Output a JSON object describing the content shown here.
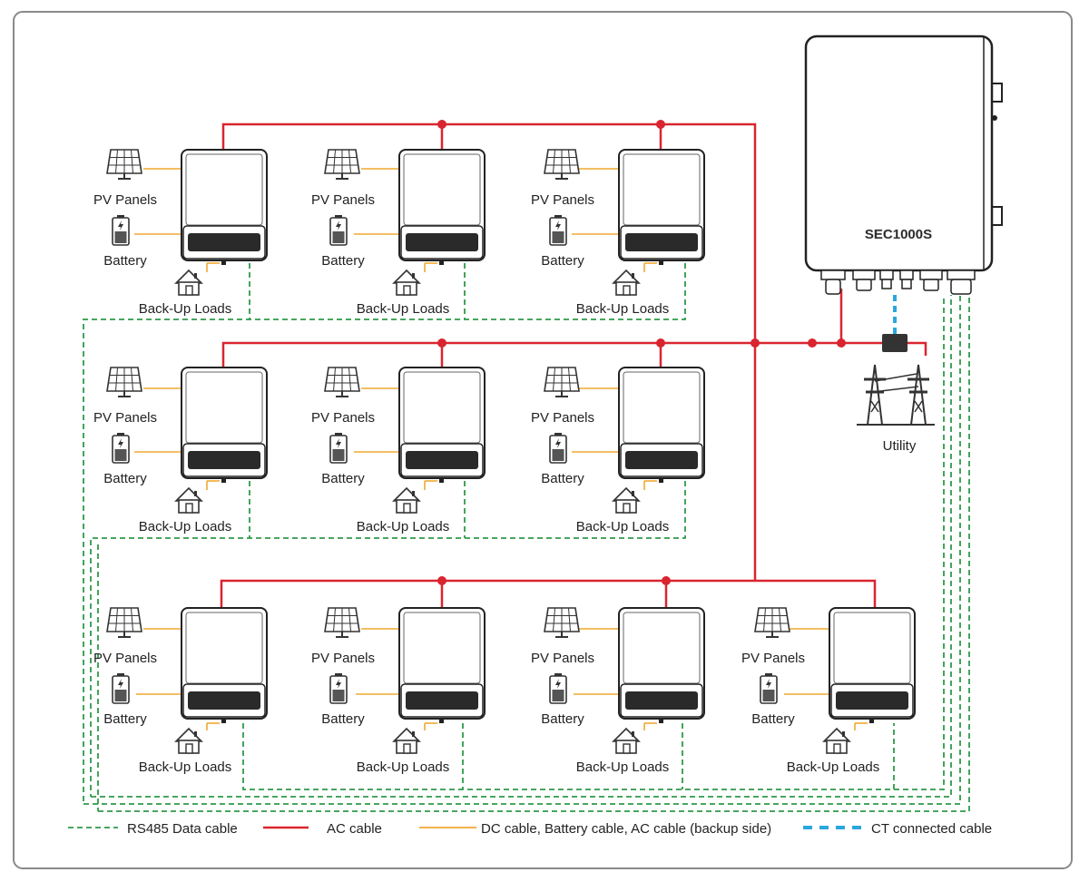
{
  "controller": {
    "label": "SEC1000S"
  },
  "utility": {
    "label": "Utility"
  },
  "unit_labels": {
    "pv": "PV Panels",
    "battery": "Battery",
    "loads": "Back-Up Loads"
  },
  "legend": [
    {
      "key": "rs485",
      "label": "RS485 Data cable",
      "color": "#2e9a4a",
      "style": "dashed"
    },
    {
      "key": "ac",
      "label": "AC cable",
      "color": "#d9252f",
      "style": "solid"
    },
    {
      "key": "dc",
      "label": "DC cable, Battery cable, AC cable (backup side)",
      "color": "#f0a830",
      "style": "solid"
    },
    {
      "key": "ct",
      "label": "CT connected cable",
      "color": "#2aa7de",
      "style": "dashed"
    }
  ],
  "colors": {
    "ac": "#d9252f",
    "dc": "#f0a830",
    "rs485": "#2e9a4a",
    "ct": "#2aa7de",
    "device_panel": "#2a2a2a"
  },
  "icons": {
    "pv": "solar-panel-icon",
    "battery": "battery-icon",
    "loads": "house-icon",
    "utility": "transmission-tower-icon"
  },
  "rows": [
    {
      "units": 3
    },
    {
      "units": 3
    },
    {
      "units": 4
    }
  ]
}
